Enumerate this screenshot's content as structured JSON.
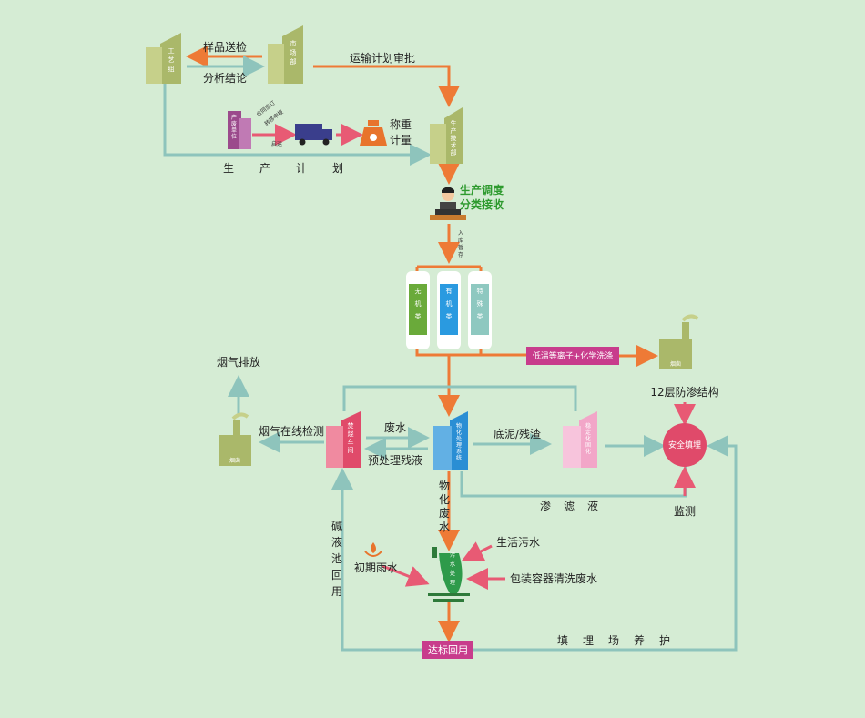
{
  "colors": {
    "background": "#d5ecd4",
    "olive": "#aab86a",
    "orange": "#ee7a36",
    "teal": "#8ec4bc",
    "pink": "#e85a74",
    "magenta": "#c83c8c",
    "blue": "#2a8ed4",
    "green": "#4aa24a"
  },
  "buildings": {
    "process_group": "工艺组",
    "market_dept": "市场部",
    "production_unit": "产废单位",
    "prod_tech_dept": "生产技术部",
    "incineration": "焚烧车间",
    "physchem_system": "物化处理系统",
    "stabilization": "稳定化固化",
    "wastewater": "污水处理"
  },
  "bins": {
    "inorganic": "无机类",
    "organic": "有机类",
    "special": "特殊类"
  },
  "labels": {
    "sample_send": "样品送检",
    "analysis_result": "分析结论",
    "transport_approval": "运输计划审批",
    "contract_sign": "合同签订",
    "transfer_apply": "转移申报",
    "ship": "启运",
    "weigh": "称重",
    "measure": "计量",
    "prod_plan": "生产计划",
    "dispatch_1": "生产调度",
    "dispatch_2": "分类接收",
    "store": "入库暂存",
    "low_temp": "低温等离子+化学洗涤",
    "flue_gas_release": "烟气排放",
    "online_detection": "烟气在线检测",
    "waste_water": "废水",
    "pretreat": "预处理残液",
    "sludge": "底泥/残渣",
    "layers": "12层防渗结构",
    "landfill": "安全填埋",
    "leachate": "渗滤液",
    "monitor": "监测",
    "physchem_waste": "物化废水",
    "alkali": "碱液池回用",
    "domestic": "生活污水",
    "rain": "初期雨水",
    "container_wash": "包装容器清洗废水",
    "standard_reuse": "达标回用",
    "maintenance": "填埋场养护",
    "chimney": "烟囱"
  }
}
